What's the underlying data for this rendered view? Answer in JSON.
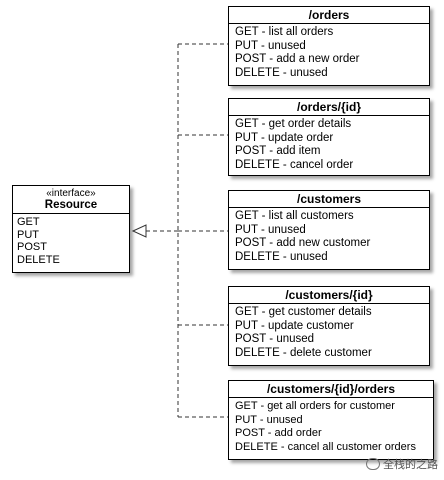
{
  "interface": {
    "stereotype": "«interface»",
    "name": "Resource",
    "methods": [
      "GET",
      "PUT",
      "POST",
      "DELETE"
    ]
  },
  "resources": [
    {
      "title": "/orders",
      "ops": [
        "GET - list all orders",
        "PUT - unused",
        "POST - add a new order",
        "DELETE -  unused"
      ]
    },
    {
      "title": "/orders/{id}",
      "ops": [
        "GET - get order details",
        "PUT - update order",
        "POST - add item",
        "DELETE - cancel order"
      ]
    },
    {
      "title": "/customers",
      "ops": [
        "GET - list all customers",
        "PUT - unused",
        "POST - add new customer",
        "DELETE - unused"
      ]
    },
    {
      "title": "/customers/{id}",
      "ops": [
        "GET - get customer details",
        "PUT - update customer",
        "POST - unused",
        "DELETE - delete customer"
      ]
    },
    {
      "title": "/customers/{id}/orders",
      "ops": [
        "GET - get all orders for customer",
        "PUT - unused",
        "POST - add order",
        "DELETE - cancel all customer orders"
      ]
    }
  ],
  "watermark": "全栈的之路"
}
